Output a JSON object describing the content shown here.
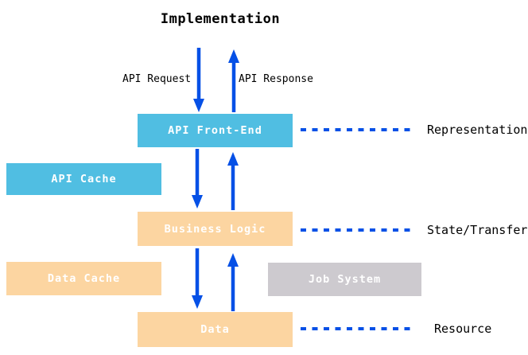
{
  "title": "Implementation",
  "arrows": {
    "request_label": "API Request",
    "response_label": "API Response"
  },
  "boxes": {
    "api_front_end": "API Front-End",
    "api_cache": "API Cache",
    "business_logic": "Business Logic",
    "data_cache": "Data Cache",
    "job_system": "Job System",
    "data": "Data"
  },
  "layer_labels": {
    "representation": "Representation",
    "state_transfer": "State/Transfer",
    "resource": "Resource"
  },
  "colors": {
    "arrow_blue": "#0550e6",
    "box_blue": "#50bee2",
    "box_orange": "#fcd5a1",
    "box_gray": "#cdcacf",
    "box_text": "#ffffff",
    "text_black": "#000000"
  }
}
